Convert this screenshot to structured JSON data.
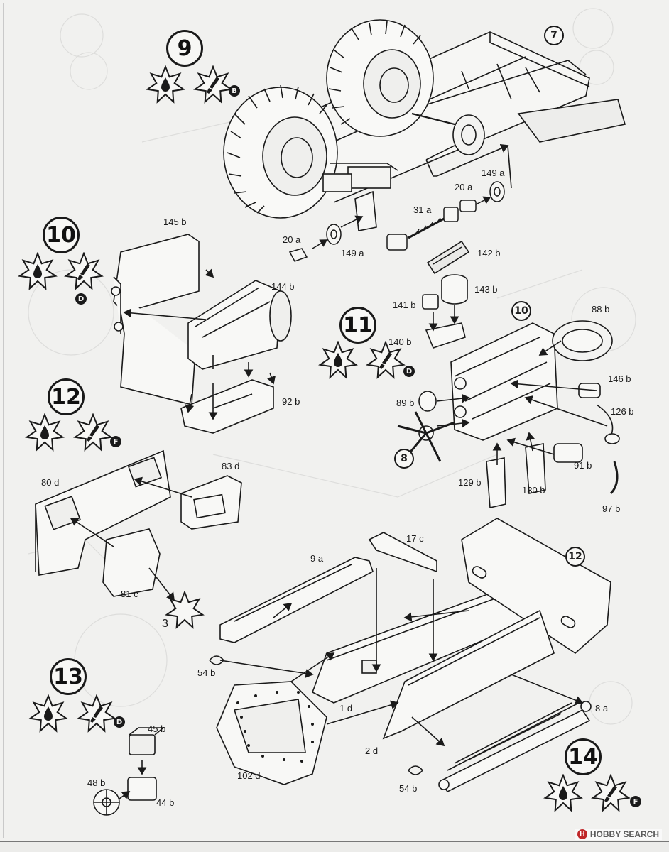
{
  "steps": [
    {
      "id": "step-9",
      "number": "9",
      "marker": "B"
    },
    {
      "id": "step-10",
      "number": "10",
      "marker": "D"
    },
    {
      "id": "step-11",
      "number": "11",
      "marker": "D"
    },
    {
      "id": "step-12",
      "number": "12",
      "marker": "F"
    },
    {
      "id": "step-13",
      "number": "13",
      "marker": "D"
    },
    {
      "id": "step-14",
      "number": "14",
      "marker": "F"
    }
  ],
  "reference_badges": {
    "ref_7": "7",
    "ref_10": "10",
    "ref_8": "8",
    "ref_12": "12"
  },
  "parts": {
    "p149a_top": "149 a",
    "p20a_top": "20 a",
    "p31a": "31 a",
    "p20a_left": "20 a",
    "p149a_left": "149 a",
    "p145b": "145 b",
    "p144b": "144 b",
    "p92b": "92 b",
    "p142b": "142 b",
    "p143b": "143 b",
    "p141b": "141 b",
    "p140b": "140 b",
    "p88b": "88 b",
    "p146b": "146 b",
    "p126b": "126 b",
    "p89b": "89 b",
    "p91b": "91 b",
    "p129b": "129 b",
    "p130b": "130 b",
    "p97b": "97 b",
    "p83d": "83 d",
    "p80d": "80 d",
    "p81c": "81 c",
    "p9a": "9 a",
    "p17c": "17 c",
    "p54b_top": "54 b",
    "p1d": "1 d",
    "p8a": "8 a",
    "p2d": "2 d",
    "p102d": "102 d",
    "p54b_bottom": "54 b",
    "p45b": "45 b",
    "p48b": "48 b",
    "p44b": "44 b",
    "note_3": "3"
  },
  "watermark": {
    "logo": "H",
    "text": "HOBBY SEARCH"
  }
}
